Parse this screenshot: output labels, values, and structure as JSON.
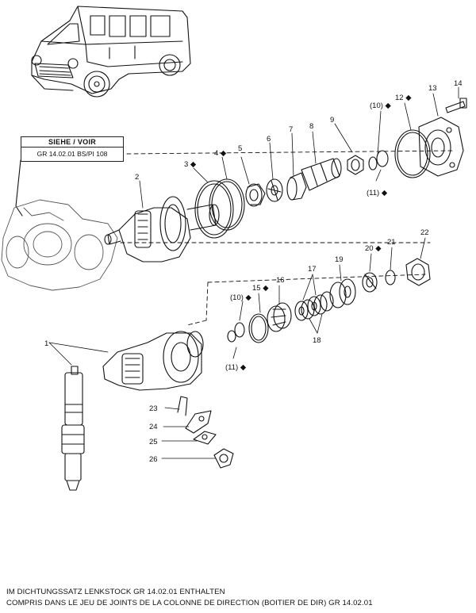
{
  "reference_box": {
    "header": "SIEHE / VOIR",
    "reference": "GR 14.02.01 BS/PI 108"
  },
  "callouts": [
    {
      "id": "c1",
      "text": "1"
    },
    {
      "id": "c2",
      "text": "2"
    },
    {
      "id": "c3",
      "text": "3 ◆"
    },
    {
      "id": "c4",
      "text": "4 ◆"
    },
    {
      "id": "c5",
      "text": "5"
    },
    {
      "id": "c6",
      "text": "6"
    },
    {
      "id": "c7",
      "text": "7"
    },
    {
      "id": "c8",
      "text": "8"
    },
    {
      "id": "c9",
      "text": "9"
    },
    {
      "id": "c10a",
      "text": "(10) ◆"
    },
    {
      "id": "c11a",
      "text": "(11) ◆"
    },
    {
      "id": "c12",
      "text": "12 ◆"
    },
    {
      "id": "c13",
      "text": "13"
    },
    {
      "id": "c14",
      "text": "14"
    },
    {
      "id": "c10b",
      "text": "(10) ◆"
    },
    {
      "id": "c11b",
      "text": "(11) ◆"
    },
    {
      "id": "c15",
      "text": "15 ◆"
    },
    {
      "id": "c16",
      "text": "16"
    },
    {
      "id": "c17",
      "text": "17"
    },
    {
      "id": "c18",
      "text": "18"
    },
    {
      "id": "c19",
      "text": "19"
    },
    {
      "id": "c20",
      "text": "20 ◆"
    },
    {
      "id": "c21",
      "text": "21"
    },
    {
      "id": "c22",
      "text": "22"
    },
    {
      "id": "c23",
      "text": "23"
    },
    {
      "id": "c24",
      "text": "24"
    },
    {
      "id": "c25",
      "text": "25"
    },
    {
      "id": "c26",
      "text": "26"
    }
  ],
  "footer": {
    "line1": "IM DICHTUNGSSATZ LENKSTOCK GR 14.02.01 ENTHALTEN",
    "line2": "COMPRIS DANS LE JEU DE JOINTS DE LA COLONNE DE DIRECTION (BOITIER DE DIR)  GR  14.02.01"
  }
}
